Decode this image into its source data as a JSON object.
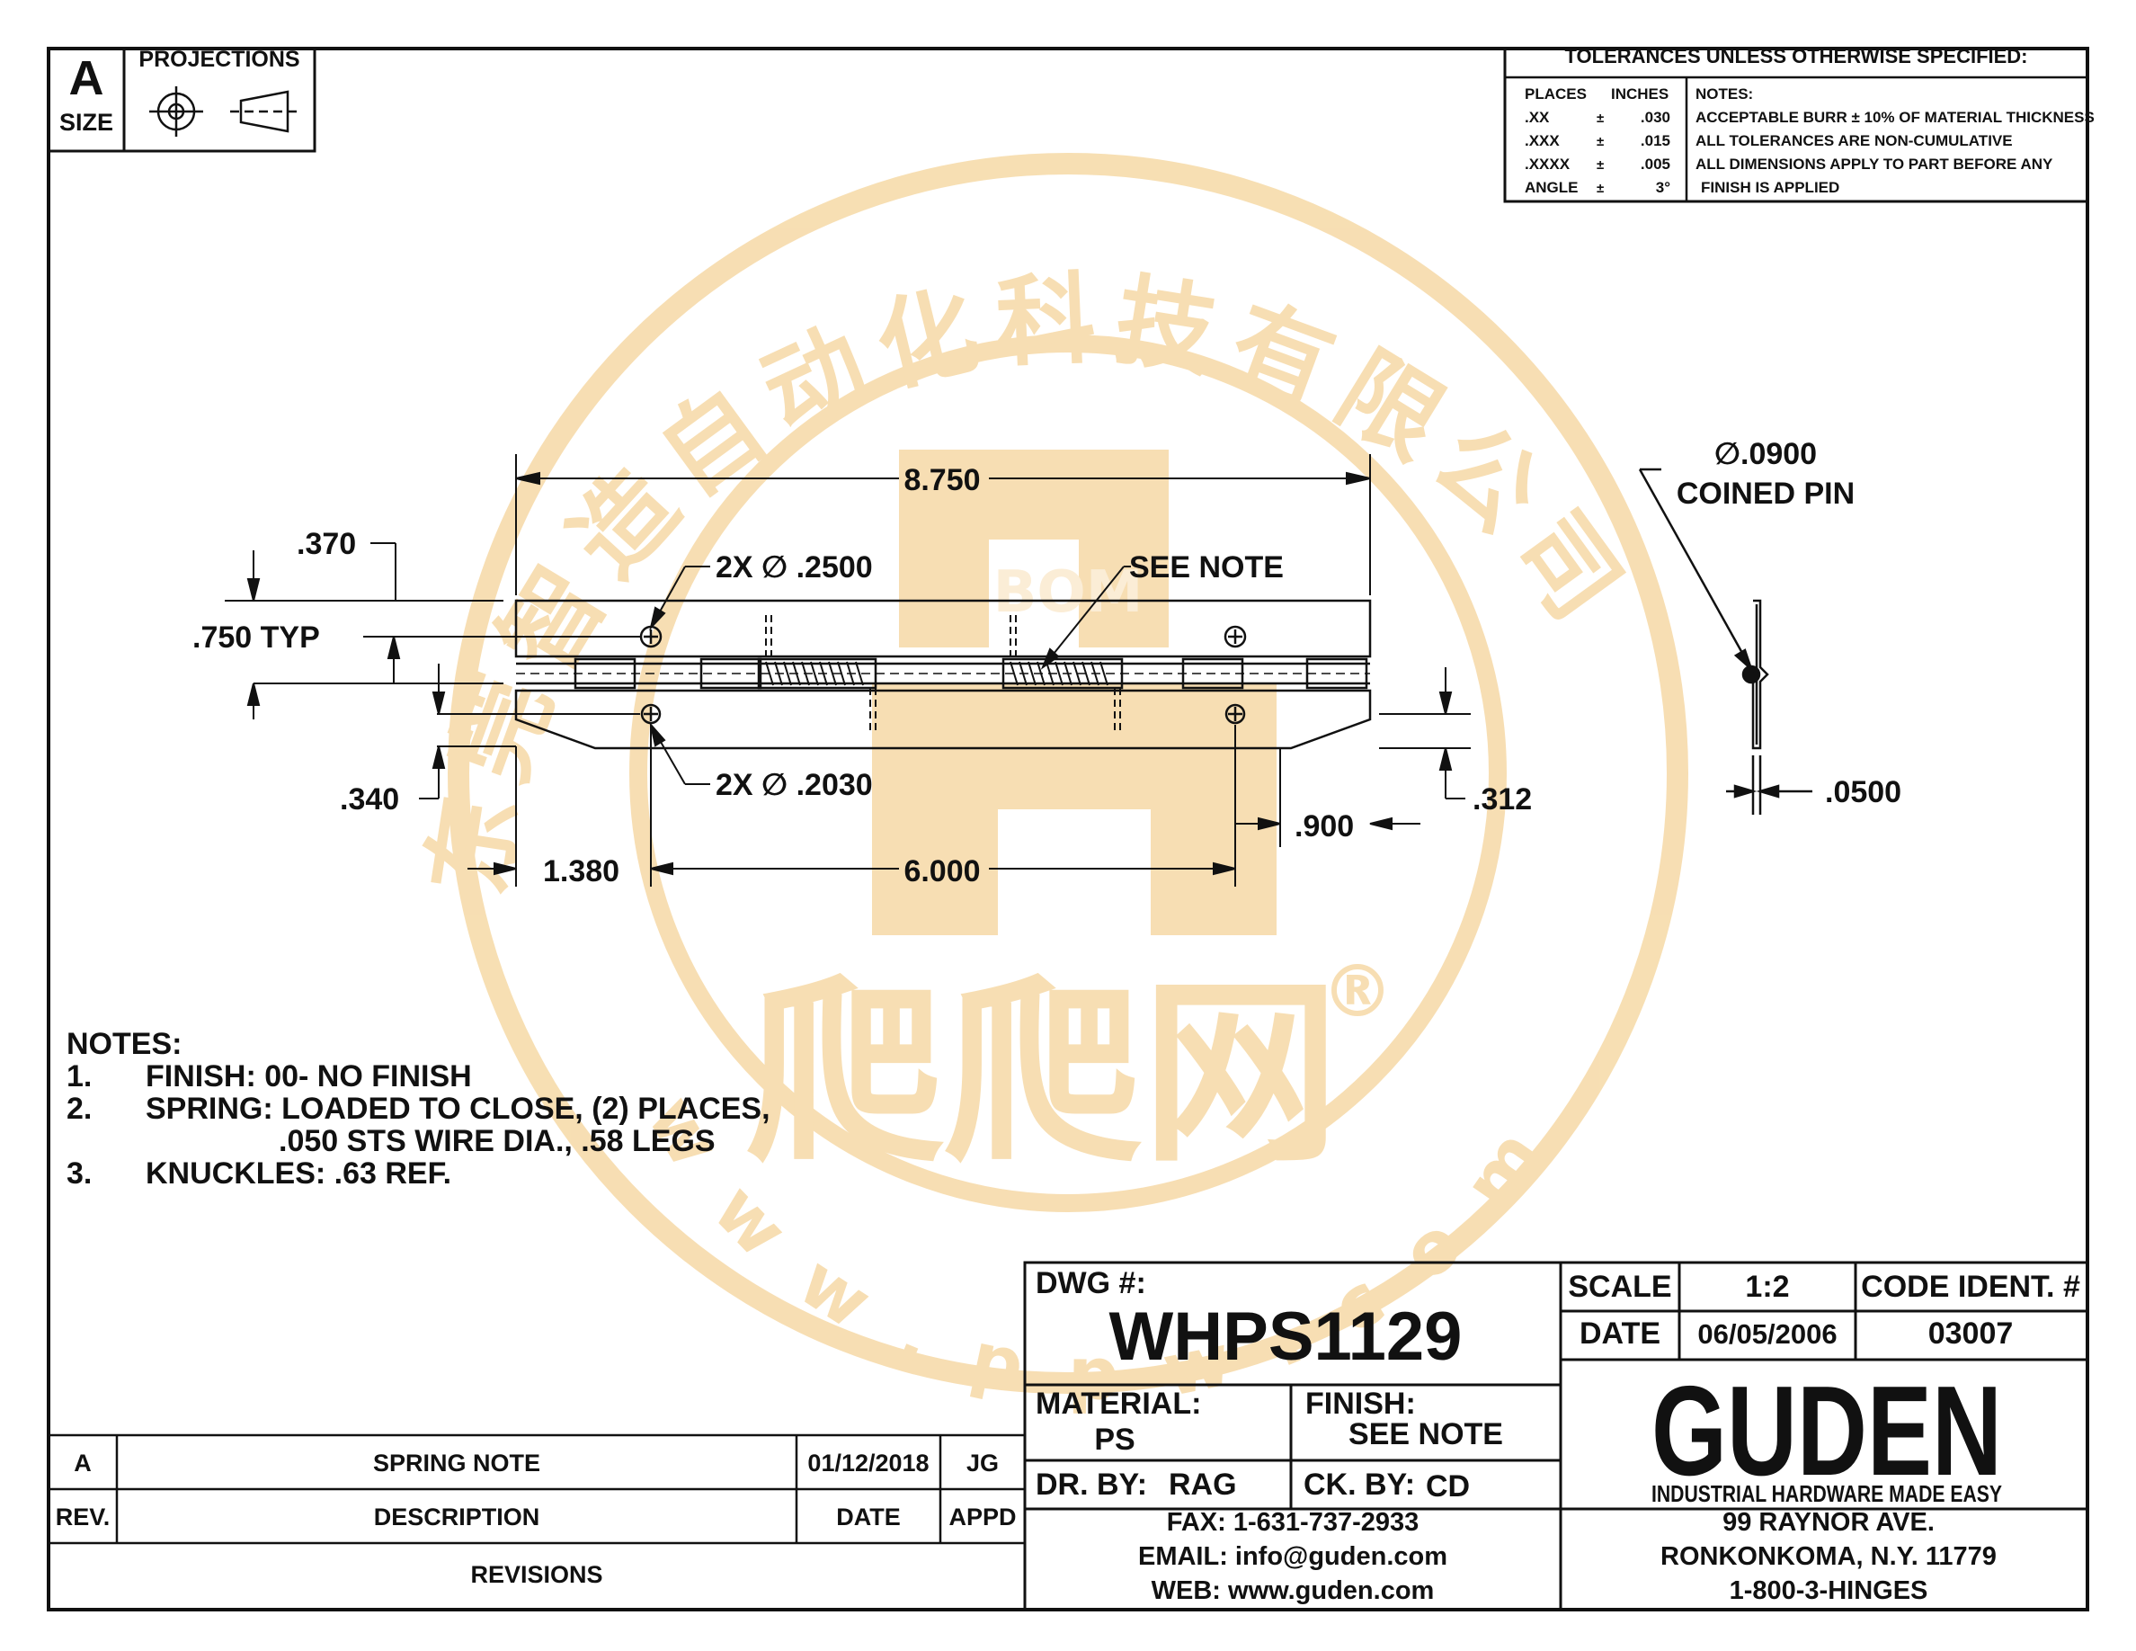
{
  "size_box": {
    "letter": "A",
    "label": "SIZE"
  },
  "projections": {
    "label": "PROJECTIONS"
  },
  "tolerances": {
    "title": "TOLERANCES UNLESS OTHERWISE SPECIFIED:",
    "col_places": "PLACES",
    "col_inches": "INCHES",
    "col_notes": "NOTES:",
    "rows": [
      {
        "place": ".XX",
        "pm": "±",
        "value": ".030"
      },
      {
        "place": ".XXX",
        "pm": "±",
        "value": ".015"
      },
      {
        "place": ".XXXX",
        "pm": "±",
        "value": ".005"
      },
      {
        "place": "ANGLE",
        "pm": "±",
        "value": "3°"
      }
    ],
    "notes": [
      "ACCEPTABLE BURR ± 10% OF MATERIAL THICKNESS",
      "ALL TOLERANCES ARE NON-CUMULATIVE",
      "ALL DIMENSIONS APPLY TO PART BEFORE ANY",
      "FINISH IS APPLIED"
    ]
  },
  "dimensions": {
    "overall_length": "8.750",
    "hole_top": "2X ∅ .2500",
    "see_note": "SEE NOTE",
    "top_offset": ".370",
    "typ": ".750 TYP",
    "hole_bottom": "2X ∅ .2030",
    "left_offset": ".340",
    "right_offset": ".312",
    "end_spacing": ".900",
    "left_spacing": "1.380",
    "hole_spacing": "6.000",
    "pin_dia": "∅.0900",
    "pin_label": "COINED PIN",
    "thickness": ".0500"
  },
  "notes": {
    "title": "NOTES:",
    "items": [
      {
        "num": "1.",
        "text": "FINISH: 00- NO FINISH"
      },
      {
        "num": "2.",
        "text": "SPRING: LOADED TO CLOSE, (2) PLACES,"
      },
      {
        "num": "",
        "text": ".050 STS WIRE DIA., .58 LEGS"
      },
      {
        "num": "3.",
        "text": "KNUCKLES: .63 REF."
      }
    ]
  },
  "revisions": {
    "row": {
      "rev": "A",
      "description": "SPRING NOTE",
      "date": "01/12/2018",
      "appd": "JG"
    },
    "headers": {
      "rev": "REV.",
      "description": "DESCRIPTION",
      "date": "DATE",
      "appd": "APPD"
    },
    "title": "REVISIONS"
  },
  "title_block": {
    "dwg_label": "DWG #:",
    "dwg_number": "WHPS1129",
    "material_label": "MATERIAL:",
    "material_value": "PS",
    "finish_label": "FINISH:",
    "finish_value": "SEE NOTE",
    "drawn_by_label": "DR. BY:",
    "drawn_by_value": "RAG",
    "checked_by_label": "CK. BY:",
    "checked_by_value": "CD",
    "fax": "FAX: 1-631-737-2933",
    "email": "EMAIL: info@guden.com",
    "web": "WEB: www.guden.com",
    "scale_label": "SCALE",
    "scale_value": "1:2",
    "code_label": "CODE IDENT. #",
    "date_label": "DATE",
    "date_value": "06/05/2006",
    "code_value": "03007",
    "logo_text": "GUDEN",
    "logo_tagline": "INDUSTRIAL HARDWARE MADE EASY",
    "address1": "99 RAYNOR AVE.",
    "address2": "RONKONKOMA, N.Y. 11779",
    "phone": "1-800-3-HINGES"
  },
  "watermark": {
    "company": "东莞智造自动化科技有限公司",
    "brand": "爬爬网",
    "bom": "BOM",
    "url": "w w w . p p w . c o m",
    "registered": "®"
  },
  "colors": {
    "ink": "#111111",
    "watermark": "#f6d9a6"
  }
}
